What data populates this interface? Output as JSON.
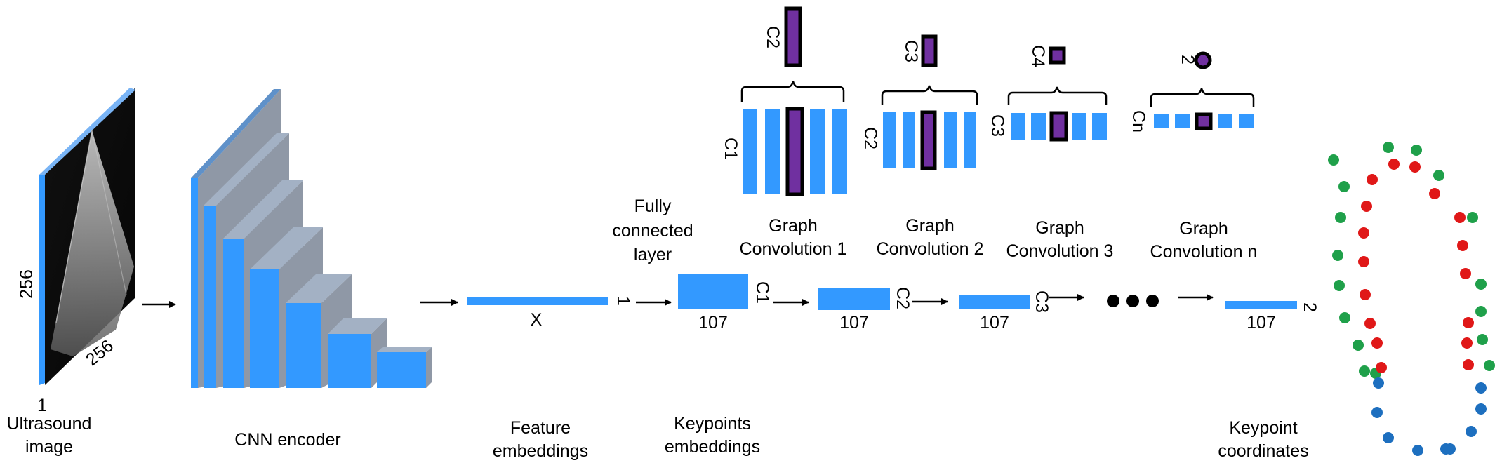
{
  "input": {
    "channels": "1",
    "height": "256",
    "width": "256",
    "caption_line1": "Ultrasound",
    "caption_line2": "image"
  },
  "encoder": {
    "caption": "CNN encoder"
  },
  "feature": {
    "dim": "X",
    "count": "1",
    "caption_line1": "Feature",
    "caption_line2": "embeddings"
  },
  "fc": {
    "title_line1": "Fully",
    "title_line2": "connected",
    "title_line3": "layer",
    "dim": "107",
    "channels": "C1"
  },
  "keypoints_embeddings": {
    "caption_line1": "Keypoints",
    "caption_line2": "embeddings"
  },
  "gc1": {
    "title_line1": "Graph",
    "title_line2": "Convolution 1",
    "in_label": "C1",
    "out_label": "C2",
    "dim": "107",
    "channels": "C2"
  },
  "gc2": {
    "title_line1": "Graph",
    "title_line2": "Convolution 2",
    "in_label": "C2",
    "out_label": "C3",
    "dim": "107",
    "channels": "C3"
  },
  "gc3": {
    "title_line1": "Graph",
    "title_line2": "Convolution 3",
    "in_label": "C3",
    "out_label": "C4"
  },
  "gcn": {
    "title_line1": "Graph",
    "title_line2": "Convolution n",
    "in_label": "Cn",
    "out_label": "2",
    "dim": "107",
    "channels": "2"
  },
  "output": {
    "caption_line1": "Keypoint",
    "caption_line2": "coordinates",
    "dot_colors": {
      "green": "#1fa04a",
      "red": "#e01818",
      "blue": "#1d6fbf"
    }
  },
  "colors": {
    "blue": "#3399ff",
    "blue_side": "#5f91c9",
    "gray_side": "#8f98a6",
    "gray_top": "#a3b1c4",
    "purple": "#7030a0"
  }
}
